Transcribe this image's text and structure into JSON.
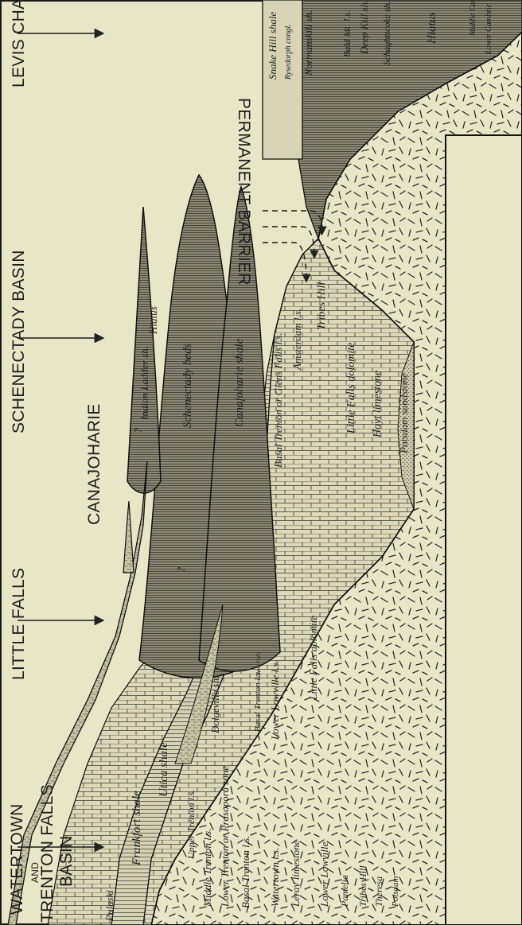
{
  "regions": {
    "watertown_line1": "WATERTOWN",
    "watertown_line2": "AND",
    "watertown_line3": "TRENTON FALLS",
    "watertown_line4": "BASIN",
    "little_falls": "LITTLE FALLS",
    "canajoharie": "CANAJOHARIE",
    "schenectady": "SCHENECTADY BASIN",
    "permanent_barrier": "PERMANENT BARRIER",
    "levis": "LEVIS CHANNEL"
  },
  "units": {
    "pulaski": "Pulaski",
    "frankfort": "Frankfort shale",
    "utica": "Utica shale",
    "upper_trenton": "Upper Trenton l.s.",
    "middle_trenton": "Middle Trenton l.s.",
    "lower_trenton": "Lower Trenton or Prasopora zone",
    "basal_trenton": "Basal Trenton l.s.",
    "watertown": "Watertown l.s.",
    "leray": "Leray limestone",
    "lower_lowville": "Lower Lowville",
    "pamelia": "Pamelia",
    "tribes_hill_left": "Tribes Hill",
    "theresa": "Theresa",
    "potsdam_left": "Potsdam",
    "dolgeville": "Dolgeville sh.",
    "basal_trenton_mid": "Basal Trenton l.s.",
    "glens_falls_small": "Glens Falls",
    "lower_lowville_mid": "Lower Lowville l.s.",
    "little_falls_mid": "Little Falls dolomite",
    "indian_ladder": "Indian Ladder sh.",
    "hiatus_mid": "Hiatus",
    "schenectady_beds": "Schenectady beds",
    "canajoharie_shale": "Canajoharie shale",
    "basal_trenton_glens": "Basal Trenton or Glens Falls l.s.",
    "amsterdam": "Amsterdam l.s.",
    "tribes_hill_right": "Tribes Hill",
    "little_falls_right": "Little Falls dolomite",
    "hoyt": "Hoyt limestone",
    "potsdam_right": "Potsdam sandstone",
    "snake_hill": "Snake Hill shale",
    "rysedorph": "Rysedorph congl.",
    "normanskill": "Normanskill sh.",
    "bald_mt": "Bald Mt. l.s.",
    "deep_kill": "Deep Kill sh.",
    "schaghticoke": "Schaghticoke sh.",
    "hiatus_right": "Hiatus",
    "middle_cambric": "Middle Cambric",
    "lower_cambric": "Lower Cambric",
    "question_1": "?",
    "question_2": "?"
  }
}
